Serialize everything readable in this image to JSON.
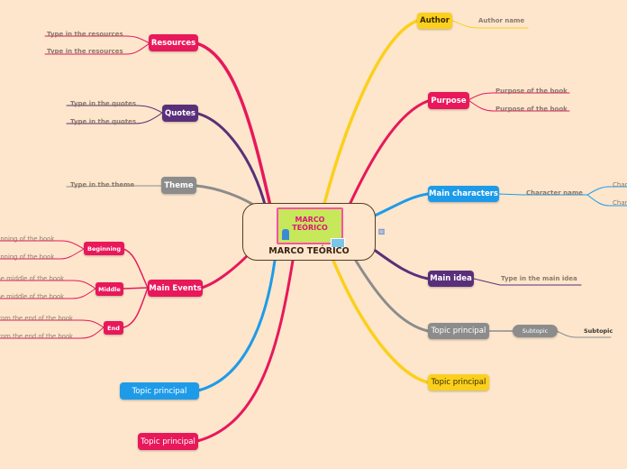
{
  "central": {
    "title": "MARCO TEÓRICO",
    "image_text": "MARCO TEÓRICO",
    "icon": "document-icon"
  },
  "colors": {
    "background": "#fde6cc",
    "red": "#e8185b",
    "purple": "#5a2f7a",
    "gray": "#8c8c8c",
    "blue": "#1e9be8",
    "yellow": "#fbd01c",
    "brown_outline": "#5a3a20"
  },
  "resources": {
    "label": "Resources",
    "children": [
      "Type in the resources",
      "Type in the resources"
    ]
  },
  "quotes": {
    "label": "Quotes",
    "children": [
      "Type in the quotes",
      "Type in the quotes"
    ]
  },
  "theme": {
    "label": "Theme",
    "children": [
      "Type in the theme"
    ]
  },
  "main_events": {
    "label": "Main Events",
    "beginning": {
      "label": "Beginning",
      "children": [
        "...inning of the book",
        "...inning of the book"
      ]
    },
    "middle": {
      "label": "Middle",
      "children": [
        "...he middle of the book",
        "...he middle of the book"
      ]
    },
    "end": {
      "label": "End",
      "children": [
        "...rom the end of the book",
        "...rom the end of the book"
      ]
    }
  },
  "topic_left_blue": {
    "label": "Topic principal"
  },
  "topic_left_red": {
    "label": "Topic principal"
  },
  "author": {
    "label": "Author",
    "children": [
      "Author name"
    ]
  },
  "purpose": {
    "label": "Purpose",
    "children": [
      "Purpose of the book",
      "Purpose of the book"
    ]
  },
  "main_characters": {
    "label": "Main characters",
    "child": "Character name",
    "grandchildren": [
      "Char...",
      "Char..."
    ]
  },
  "main_idea": {
    "label": "Main idea",
    "children": [
      "Type in the main idea"
    ]
  },
  "topic_right_gray": {
    "label": "Topic principal",
    "subtopic": "Subtopic",
    "subsubtopic": "Subtopic"
  },
  "topic_right_yellow": {
    "label": "Topic principal"
  }
}
